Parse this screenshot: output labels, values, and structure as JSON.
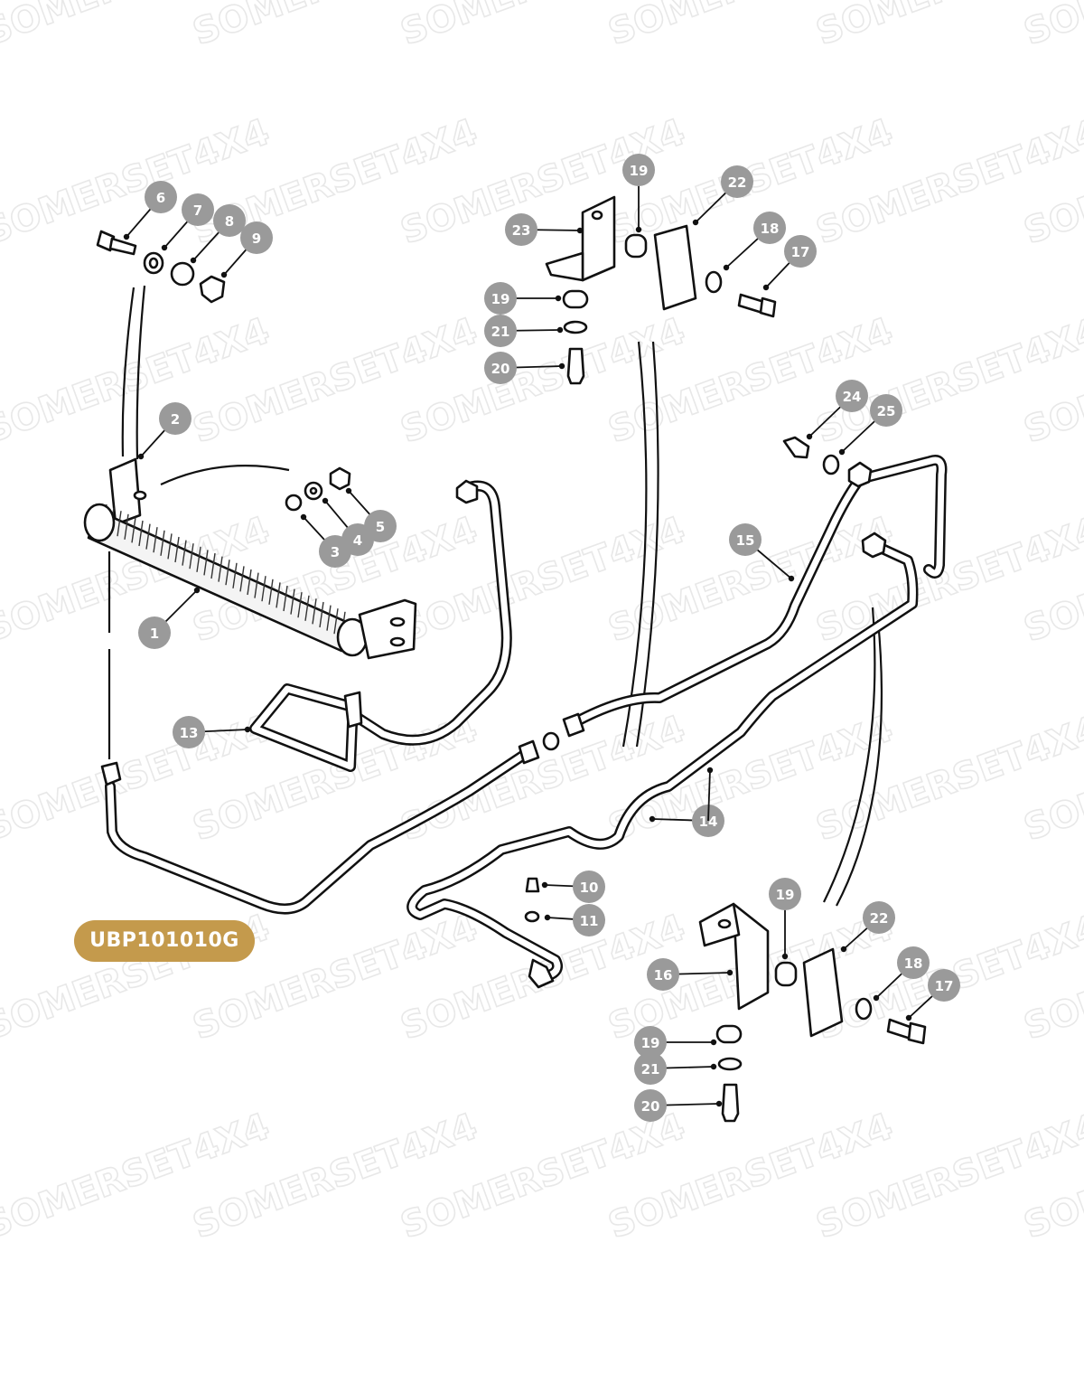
{
  "watermark": "SOMERSET4X4",
  "part_code": "UBP101010G",
  "colors": {
    "callout": "#9a9a9a",
    "badge": "#c49a4c",
    "line": "#111111"
  },
  "callouts": [
    "1",
    "2",
    "3",
    "4",
    "5",
    "6",
    "7",
    "8",
    "9",
    "10",
    "11",
    "13",
    "14",
    "15",
    "16",
    "17",
    "18",
    "19",
    "20",
    "21",
    "22",
    "23",
    "24",
    "25"
  ]
}
